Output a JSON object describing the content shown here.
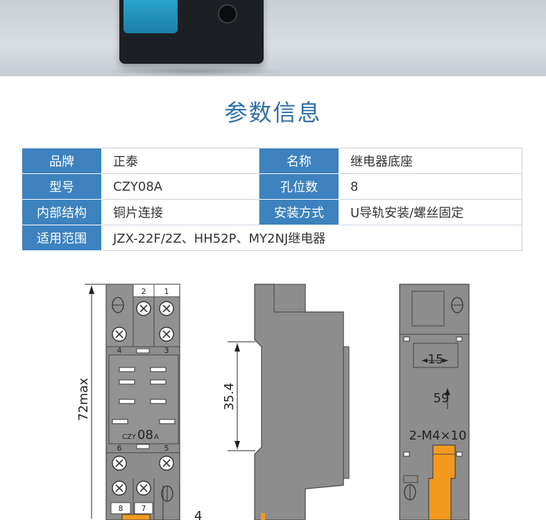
{
  "section_title": "参数信息",
  "spec_table": {
    "rows": [
      {
        "k1": "品牌",
        "v1": "正泰",
        "k2": "名称",
        "v2": "继电器底座"
      },
      {
        "k1": "型号",
        "v1": "CZY08A",
        "k2": "孔位数",
        "v2": "8"
      },
      {
        "k1": "内部结构",
        "v1": "铜片连接",
        "k2": "安装方式",
        "v2": "U导轨安装/螺丝固定"
      },
      {
        "k1": "适用范围",
        "v1": "JZX-22F/2Z、HH52P、MY2NJ继电器"
      }
    ]
  },
  "drawing": {
    "front": {
      "height_label": "72max",
      "terminals_top": [
        "2",
        "1"
      ],
      "terminals_mid_top": [
        "4",
        "3"
      ],
      "terminals_mid_bottom": [
        "6",
        "5"
      ],
      "terminals_bottom": [
        "8",
        "7"
      ],
      "model_prefix": "CZY",
      "model_suffix_num": "08",
      "model_suffix_letter": "A",
      "bottom_number": "4"
    },
    "side": {
      "dimension": "35.4"
    },
    "back": {
      "dim_width": "15",
      "dim_height": "59",
      "screw_label": "2-M4×10"
    }
  },
  "colors": {
    "accent": "#3d82bf",
    "title": "#2f6fa8",
    "drawing_body": "#8a8a8a",
    "orange_part": "#f39a1e"
  }
}
